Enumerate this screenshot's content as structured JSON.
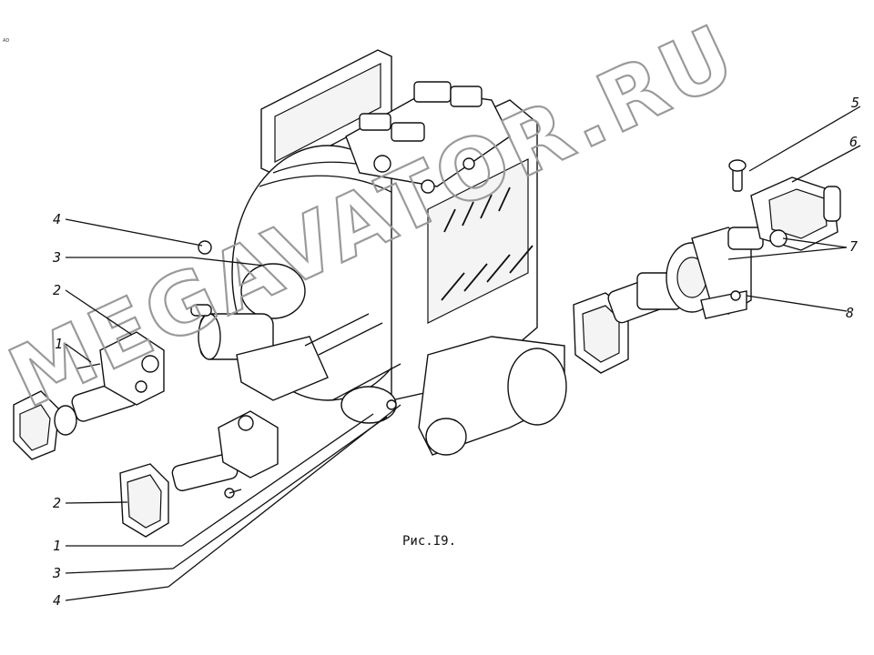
{
  "figure": {
    "caption": "Рис.I9.",
    "corner_mark": "AD",
    "watermark": "MEGAVATOR.RU"
  },
  "callouts": [
    {
      "id": "c4_top",
      "text": "4"
    },
    {
      "id": "c3_top",
      "text": "3"
    },
    {
      "id": "c2_top",
      "text": "2"
    },
    {
      "id": "c1_top",
      "text": "1"
    },
    {
      "id": "c2_bot",
      "text": "2"
    },
    {
      "id": "c1_bot",
      "text": "1"
    },
    {
      "id": "c3_bot",
      "text": "3"
    },
    {
      "id": "c4_bot",
      "text": "4"
    },
    {
      "id": "c5",
      "text": "5"
    },
    {
      "id": "c6",
      "text": "6"
    },
    {
      "id": "c7",
      "text": "7"
    },
    {
      "id": "c8",
      "text": "8"
    }
  ]
}
